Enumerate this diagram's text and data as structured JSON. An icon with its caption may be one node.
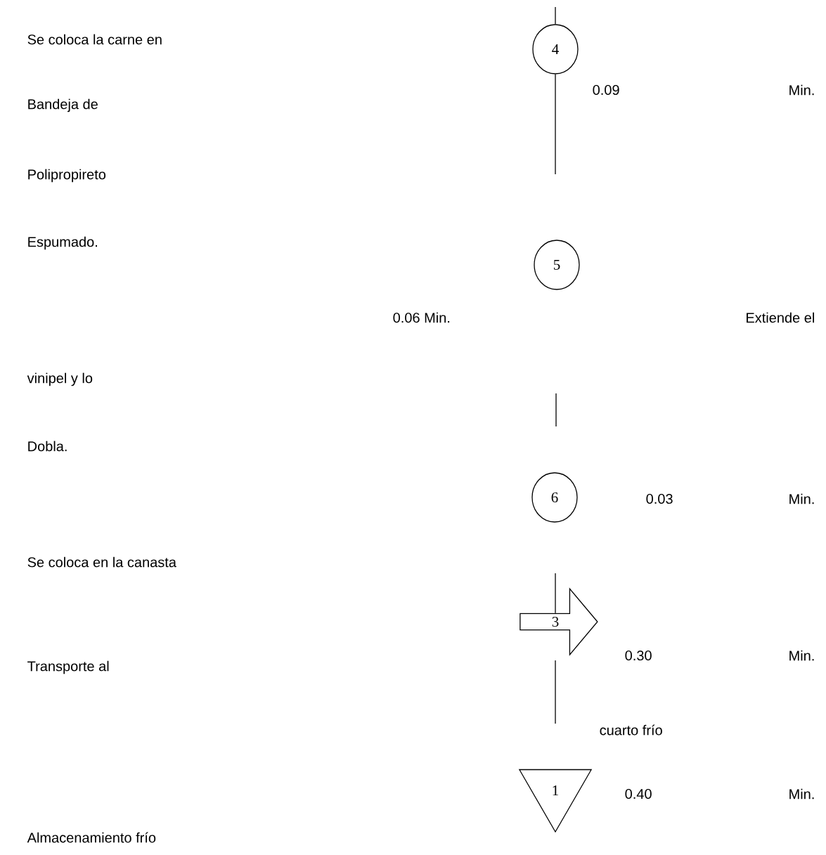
{
  "diagram": {
    "nodes": [
      {
        "text": [
          "4"
        ],
        "beside": [
          "Se coloca la carne en",
          "0.09",
          "Bandeja de",
          "Polipropireto",
          "Espumado."
        ]
      },
      {
        "text": [
          "5"
        ],
        "beside": [
          "vinipel y lo",
          "Dobla."
        ]
      },
      {
        "text": [
          "6"
        ]
      },
      {
        "text": [
          "3"
        ],
        "beside": [
          "0.30"
        ]
      },
      {
        "text": [
          "1"
        ],
        "beside": [
          "0.40"
        ]
      }
    ],
    "edges": [
      {
        "from": null,
        "to": 0,
        "arrow": "none"
      },
      {
        "from": 0,
        "to": null,
        "arrow": "none"
      },
      {
        "from": null,
        "to": 3,
        "arrow": "none"
      }
    ],
    "labels": [
      "Min.",
      "0.06 Min.",
      "Extiende el",
      "0.03",
      "Min.",
      "Se coloca en la canasta",
      "Min.",
      "Transporte al",
      "cuarto frío",
      "Min.",
      "Almacenamiento frío"
    ]
  }
}
